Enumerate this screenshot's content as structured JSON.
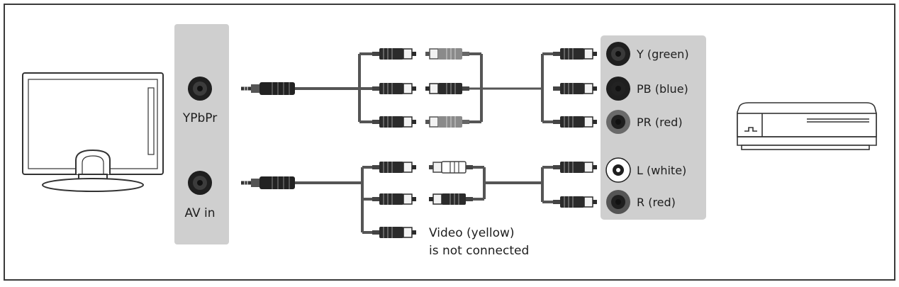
{
  "tv_ports": [
    {
      "id": "ypbpr",
      "label": "YPbPr"
    },
    {
      "id": "av-in",
      "label": "AV in"
    }
  ],
  "device_ports": [
    {
      "id": "y-green",
      "label": "Y (green)",
      "shade": "#3a3a3a"
    },
    {
      "id": "pb-blue",
      "label": "PB (blue)",
      "shade": "#222222"
    },
    {
      "id": "pr-red",
      "label": "PR (red)",
      "shade": "#7a7a7a"
    },
    {
      "id": "l-white",
      "label": "L (white)",
      "shade": "#ffffff"
    },
    {
      "id": "r-red",
      "label": "R (red)",
      "shade": "#555555"
    }
  ],
  "note": {
    "line1": "Video (yellow)",
    "line2": "is not connected"
  },
  "colors": {
    "border": "#3a3a3a",
    "panel": "#cfcfcf",
    "cable": "#555555",
    "jack_dark": "#1f1f1f"
  }
}
